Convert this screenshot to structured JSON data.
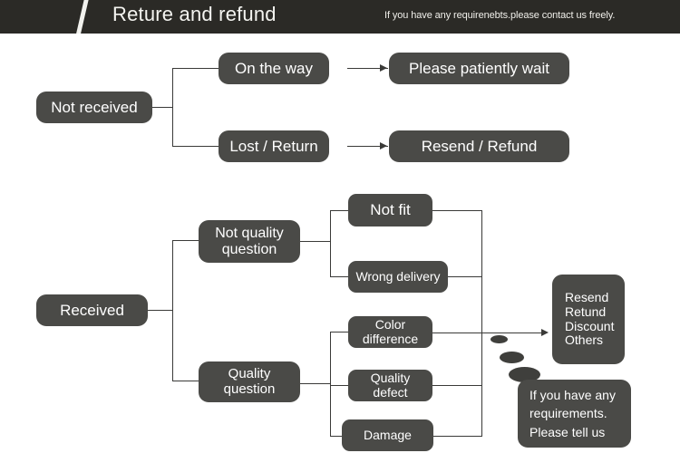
{
  "header": {
    "title": "Reture and refund",
    "subtitle": "If you have any requirenebts.please contact us freely.",
    "background_color": "#2b2a26",
    "accent_color": "#f2f2ee"
  },
  "theme": {
    "node_fill": "#4a4a47",
    "node_text": "#ffffff",
    "line_color": "#3a3a38",
    "page_background": "#ffffff"
  },
  "flow": {
    "not_received_branch": {
      "root_label": "Not received",
      "steps": [
        {
          "cause_label": "On the way",
          "result_label": "Please patiently wait"
        },
        {
          "cause_label": "Lost / Return",
          "result_label": "Resend / Refund"
        }
      ]
    },
    "received_branch": {
      "root_label": "Received",
      "categories": [
        {
          "label": "Not quality\nquestion",
          "reasons": [
            "Not fit",
            "Wrong delivery"
          ]
        },
        {
          "label": "Quality question",
          "reasons": [
            "Color difference",
            "Quality defect",
            "Damage"
          ]
        }
      ],
      "outcome_label": "Resend\nRetund\nDiscount\nOthers",
      "outcome_options": [
        "Resend",
        "Retund",
        "Discount",
        "Others"
      ],
      "callout_label": "If you have any\nrequirements.\nPlease tell us"
    }
  }
}
